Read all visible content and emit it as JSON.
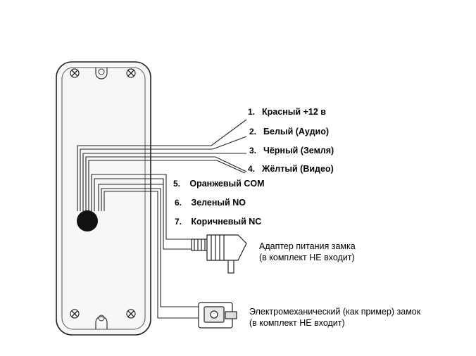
{
  "wires": [
    {
      "number": "1.",
      "name": "Красный +12 в"
    },
    {
      "number": "2.",
      "name": "Белый (Аудио)"
    },
    {
      "number": "3.",
      "name": "Чёрный (Земля)"
    },
    {
      "number": "4.",
      "name": "Жёлтый (Видео)"
    },
    {
      "number": "5.",
      "name": "Оранжевый COM"
    },
    {
      "number": "6.",
      "name": "Зеленый NO"
    },
    {
      "number": "7.",
      "name": "Коричневый NC"
    }
  ],
  "power_adapter": {
    "line1": "Адаптер питания замка",
    "line2": "(в комплект НЕ входит)"
  },
  "lock": {
    "line1": "Электромеханический (как пример) замок",
    "line2": "(в комплект НЕ входит)"
  }
}
